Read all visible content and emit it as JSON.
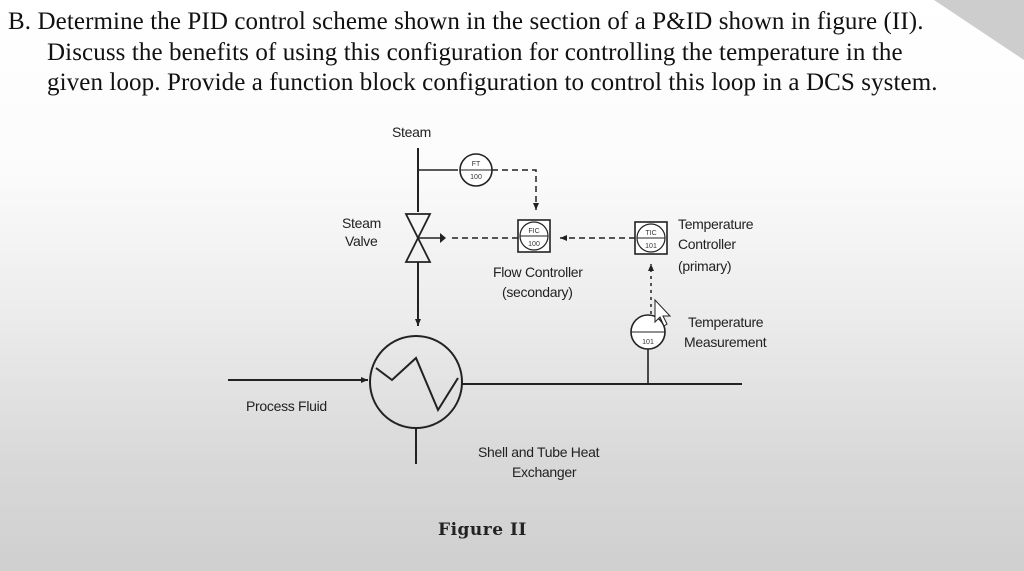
{
  "question": {
    "line1": "B. Determine the PID control scheme shown in the section of a P&ID shown in figure (II).",
    "line2": "Discuss the benefits of using this configuration for controlling the temperature in the",
    "line3": "given loop. Provide a function block configuration to control this loop in a DCS system."
  },
  "diagram": {
    "steam": "Steam",
    "steam_valve_1": "Steam",
    "steam_valve_2": "Valve",
    "ft_tag_1": "FT",
    "ft_tag_2": "100",
    "fic_tag_1": "FIC",
    "fic_tag_2": "100",
    "tic_tag_1": "TIC",
    "tic_tag_2": "101",
    "tt_tag": "101",
    "flow_controller_1": "Flow Controller",
    "flow_controller_2": "(secondary)",
    "temp_controller_1": "Temperature",
    "temp_controller_2": "Controller",
    "temp_controller_3": "(primary)",
    "temp_measurement_1": "Temperature",
    "temp_measurement_2": "Measurement",
    "process_fluid": "Process Fluid",
    "heat_exchanger_1": "Shell and Tube Heat",
    "heat_exchanger_2": "Exchanger",
    "figure_caption": "Figure II"
  }
}
